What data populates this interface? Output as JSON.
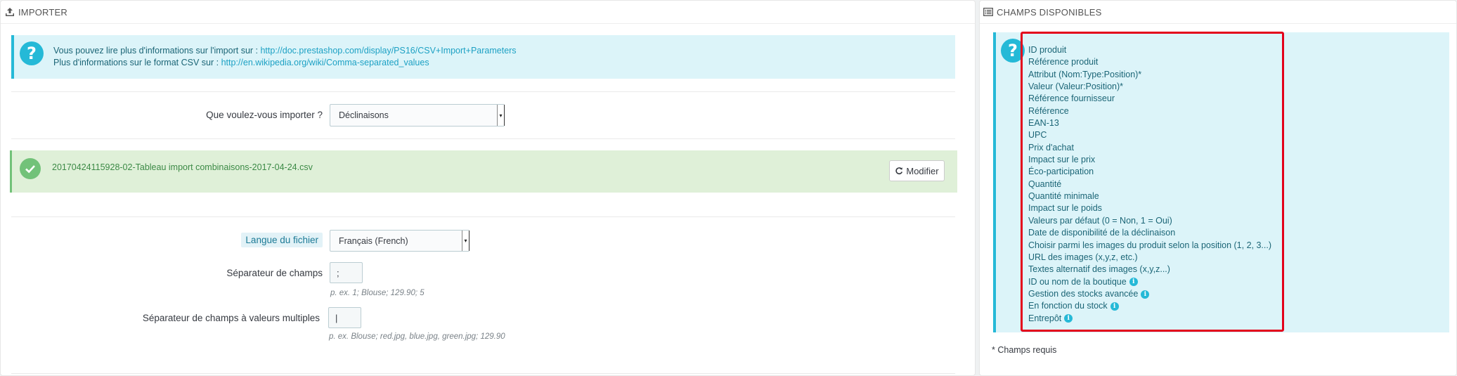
{
  "importer": {
    "heading": "IMPORTER",
    "info_prefix_1": "Vous pouvez lire plus d'informations sur l'import sur : ",
    "info_link_1": "http://doc.prestashop.com/display/PS16/CSV+Import+Parameters",
    "info_prefix_2": "Plus d'informations sur le format CSV sur : ",
    "info_link_2": "http://en.wikipedia.org/wiki/Comma-separated_values",
    "what_label": "Que voulez-vous importer ?",
    "what_value": "Déclinaisons",
    "file_name": "20170424115928-02-Tableau import combinaisons-2017-04-24.csv",
    "modify_label": "Modifier",
    "lang_label": "Langue du fichier",
    "lang_value": "Français (French)",
    "sep_label": "Séparateur de champs",
    "sep_value": ";",
    "sep_help": "p. ex. 1; Blouse; 129.90; 5",
    "multi_label": "Séparateur de champs à valeurs multiples",
    "multi_value": "|",
    "multi_help": "p. ex. Blouse; red.jpg, blue.jpg, green.jpg; 129.90"
  },
  "fields_panel": {
    "heading": "CHAMPS DISPONIBLES",
    "fields": [
      {
        "label": "ID produit"
      },
      {
        "label": "Référence produit"
      },
      {
        "label": "Attribut (Nom:Type:Position)*"
      },
      {
        "label": "Valeur (Valeur:Position)*"
      },
      {
        "label": "Référence fournisseur"
      },
      {
        "label": "Référence"
      },
      {
        "label": "EAN-13"
      },
      {
        "label": "UPC"
      },
      {
        "label": "Prix d'achat"
      },
      {
        "label": "Impact sur le prix"
      },
      {
        "label": "Éco-participation"
      },
      {
        "label": "Quantité"
      },
      {
        "label": "Quantité minimale"
      },
      {
        "label": "Impact sur le poids"
      },
      {
        "label": "Valeurs par défaut (0 = Non, 1 = Oui)"
      },
      {
        "label": "Date de disponibilité de la déclinaison"
      },
      {
        "label": "Choisir parmi les images du produit selon la position (1, 2, 3...)"
      },
      {
        "label": "URL des images (x,y,z, etc.)"
      },
      {
        "label": "Textes alternatif des images (x,y,z...)"
      },
      {
        "label": "ID ou nom de la boutique",
        "info": true
      },
      {
        "label": "Gestion des stocks avancée",
        "info": true
      },
      {
        "label": "En fonction du stock",
        "info": true
      },
      {
        "label": "Entrepôt",
        "info": true
      }
    ],
    "required_note": "* Champs requis"
  },
  "colors": {
    "accent": "#25b9d7",
    "success": "#72c279",
    "highlight_border": "#e3001b"
  }
}
